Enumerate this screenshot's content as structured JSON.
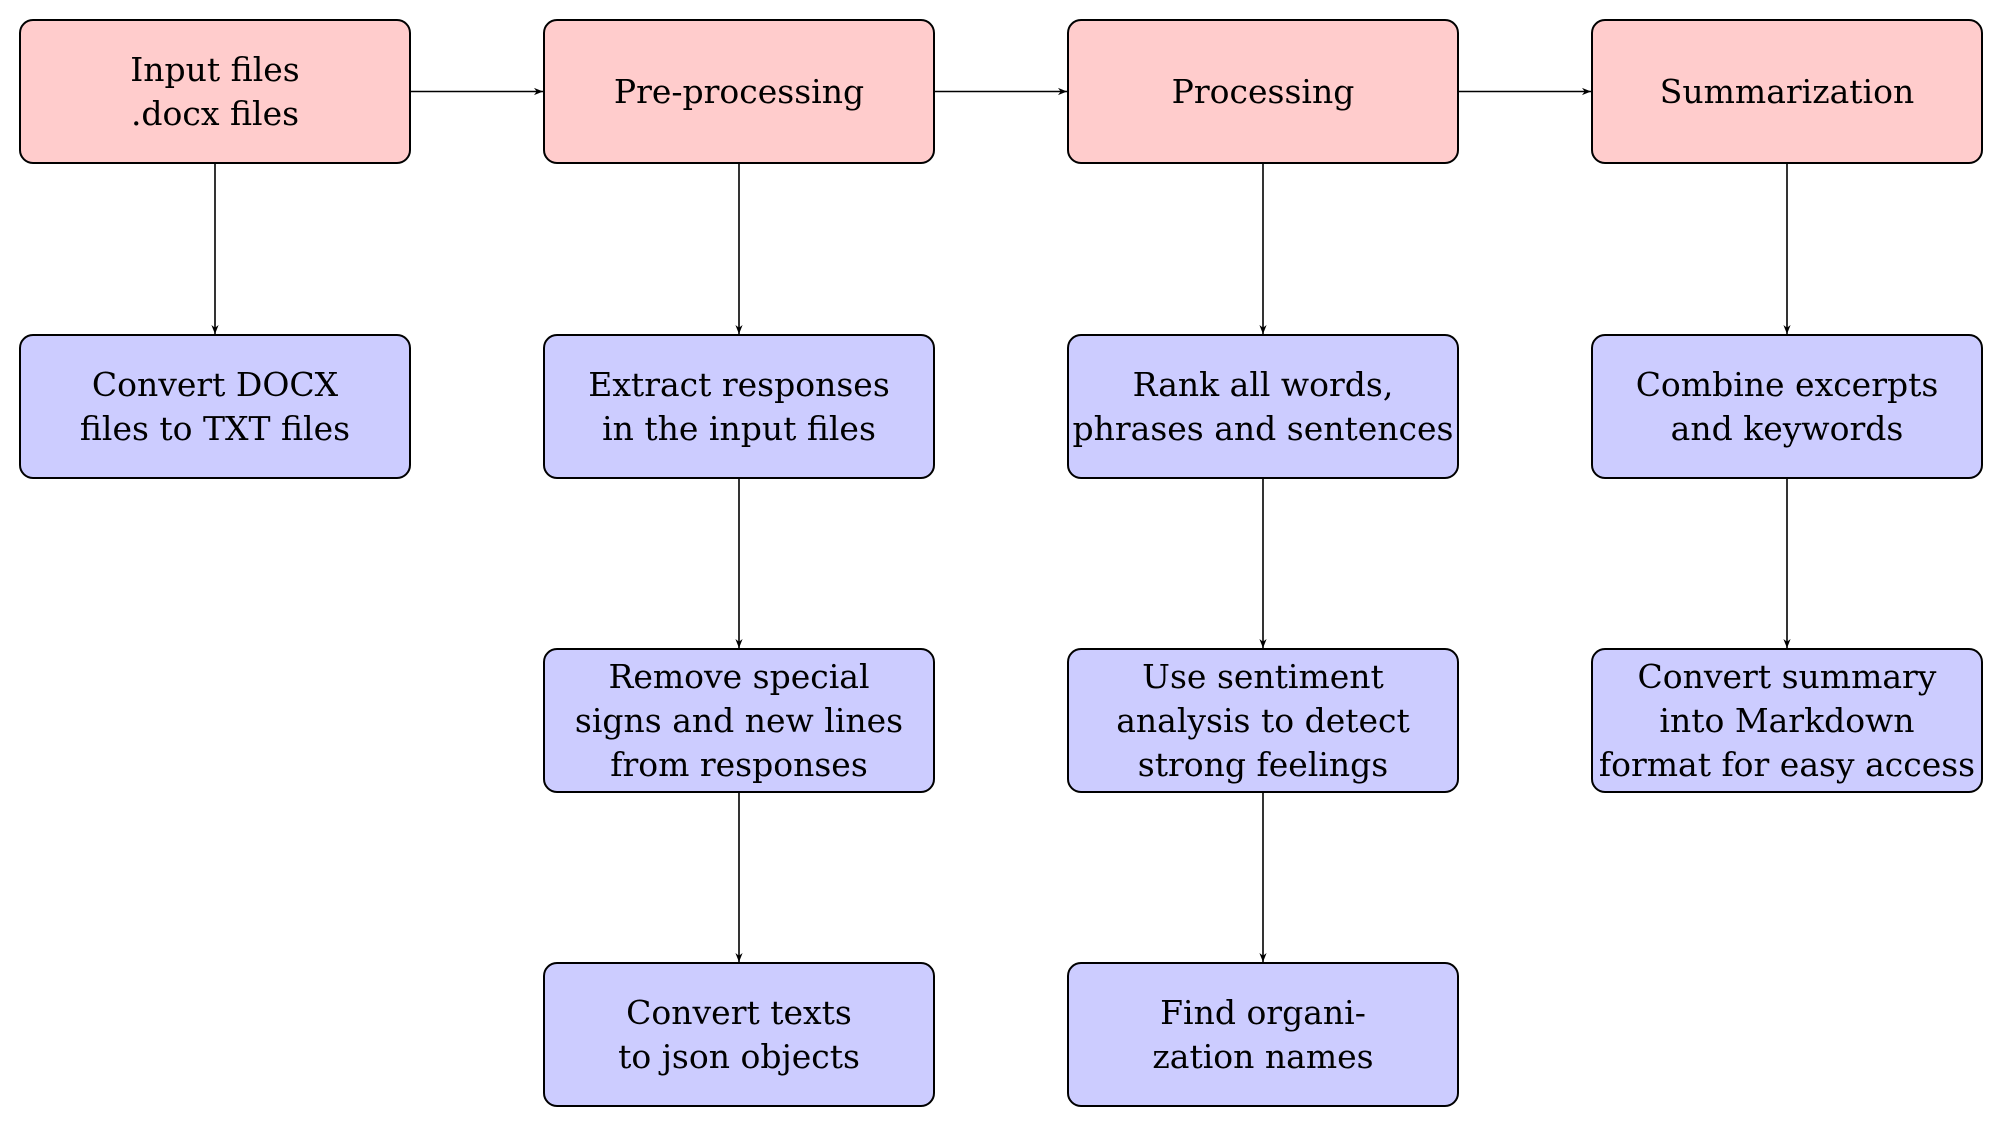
{
  "diagram": {
    "colors": {
      "stage_fill": "#ffcccc",
      "step_fill": "#ccccff",
      "stroke": "#000000"
    },
    "stages": [
      {
        "id": "input-files",
        "label": "Input files\n.docx files",
        "steps": [
          {
            "id": "convert-docx",
            "label": "Convert DOCX\nfiles to TXT files"
          }
        ]
      },
      {
        "id": "pre-processing",
        "label": "Pre-processing",
        "steps": [
          {
            "id": "extract-responses",
            "label": "Extract responses\nin the input files"
          },
          {
            "id": "remove-special-signs",
            "label": "Remove special\nsigns and new lines\nfrom responses"
          },
          {
            "id": "convert-texts",
            "label": "Convert texts\nto json objects"
          }
        ]
      },
      {
        "id": "processing",
        "label": "Processing",
        "steps": [
          {
            "id": "rank-words",
            "label": "Rank all words,\nphrases and sentences"
          },
          {
            "id": "sentiment-analysis",
            "label": "Use sentiment\nanalysis to detect\nstrong feelings"
          },
          {
            "id": "find-organizations",
            "label": "Find organi-\nzation names"
          }
        ]
      },
      {
        "id": "summarization",
        "label": "Summarization",
        "steps": [
          {
            "id": "combine-excerpts",
            "label": "Combine excerpts\nand keywords"
          },
          {
            "id": "convert-markdown",
            "label": "Convert summary\ninto Markdown\nformat for easy access"
          }
        ]
      }
    ],
    "edges": [
      {
        "from": "input-files",
        "to": "pre-processing"
      },
      {
        "from": "pre-processing",
        "to": "processing"
      },
      {
        "from": "processing",
        "to": "summarization"
      },
      {
        "from": "input-files",
        "to": "convert-docx"
      },
      {
        "from": "pre-processing",
        "to": "extract-responses"
      },
      {
        "from": "extract-responses",
        "to": "remove-special-signs"
      },
      {
        "from": "remove-special-signs",
        "to": "convert-texts"
      },
      {
        "from": "processing",
        "to": "rank-words"
      },
      {
        "from": "rank-words",
        "to": "sentiment-analysis"
      },
      {
        "from": "sentiment-analysis",
        "to": "find-organizations"
      },
      {
        "from": "summarization",
        "to": "combine-excerpts"
      },
      {
        "from": "combine-excerpts",
        "to": "convert-markdown"
      }
    ]
  }
}
